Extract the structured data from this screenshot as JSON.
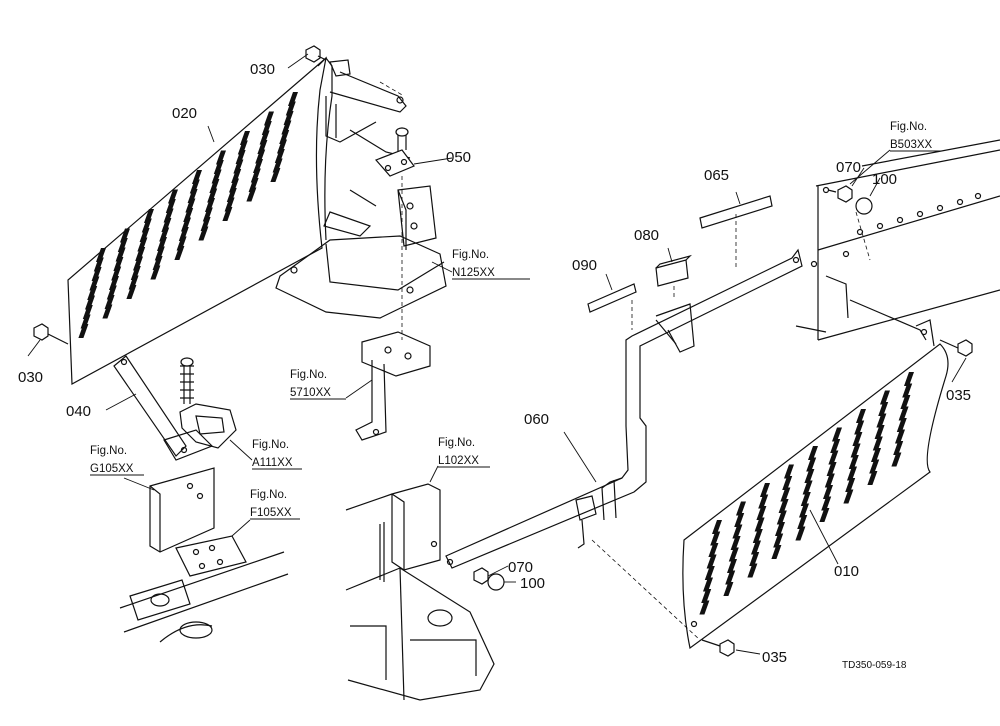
{
  "parts": {
    "p030a": "030",
    "p020": "020",
    "p050": "050",
    "p030b": "030",
    "p040": "040",
    "p065": "065",
    "p070a": "070",
    "p100a": "100",
    "p080": "080",
    "p090": "090",
    "p060": "060",
    "p070b": "070",
    "p100b": "100",
    "p010": "010",
    "p035a": "035",
    "p035b": "035"
  },
  "figure_refs": {
    "n125": {
      "title": "Fig.No.",
      "code": "N125XX"
    },
    "b503": {
      "title": "Fig.No.",
      "code": "B503XX"
    },
    "x5710": {
      "title": "Fig.No.",
      "code": "5710XX"
    },
    "a111": {
      "title": "Fig.No.",
      "code": "A111XX"
    },
    "g105": {
      "title": "Fig.No.",
      "code": "G105XX"
    },
    "l102": {
      "title": "Fig.No.",
      "code": "L102XX"
    },
    "f105": {
      "title": "Fig.No.",
      "code": "F105XX"
    }
  },
  "drawing_number": "TD350-059-18",
  "colors": {
    "ink": "#111111",
    "paper": "#ffffff"
  }
}
